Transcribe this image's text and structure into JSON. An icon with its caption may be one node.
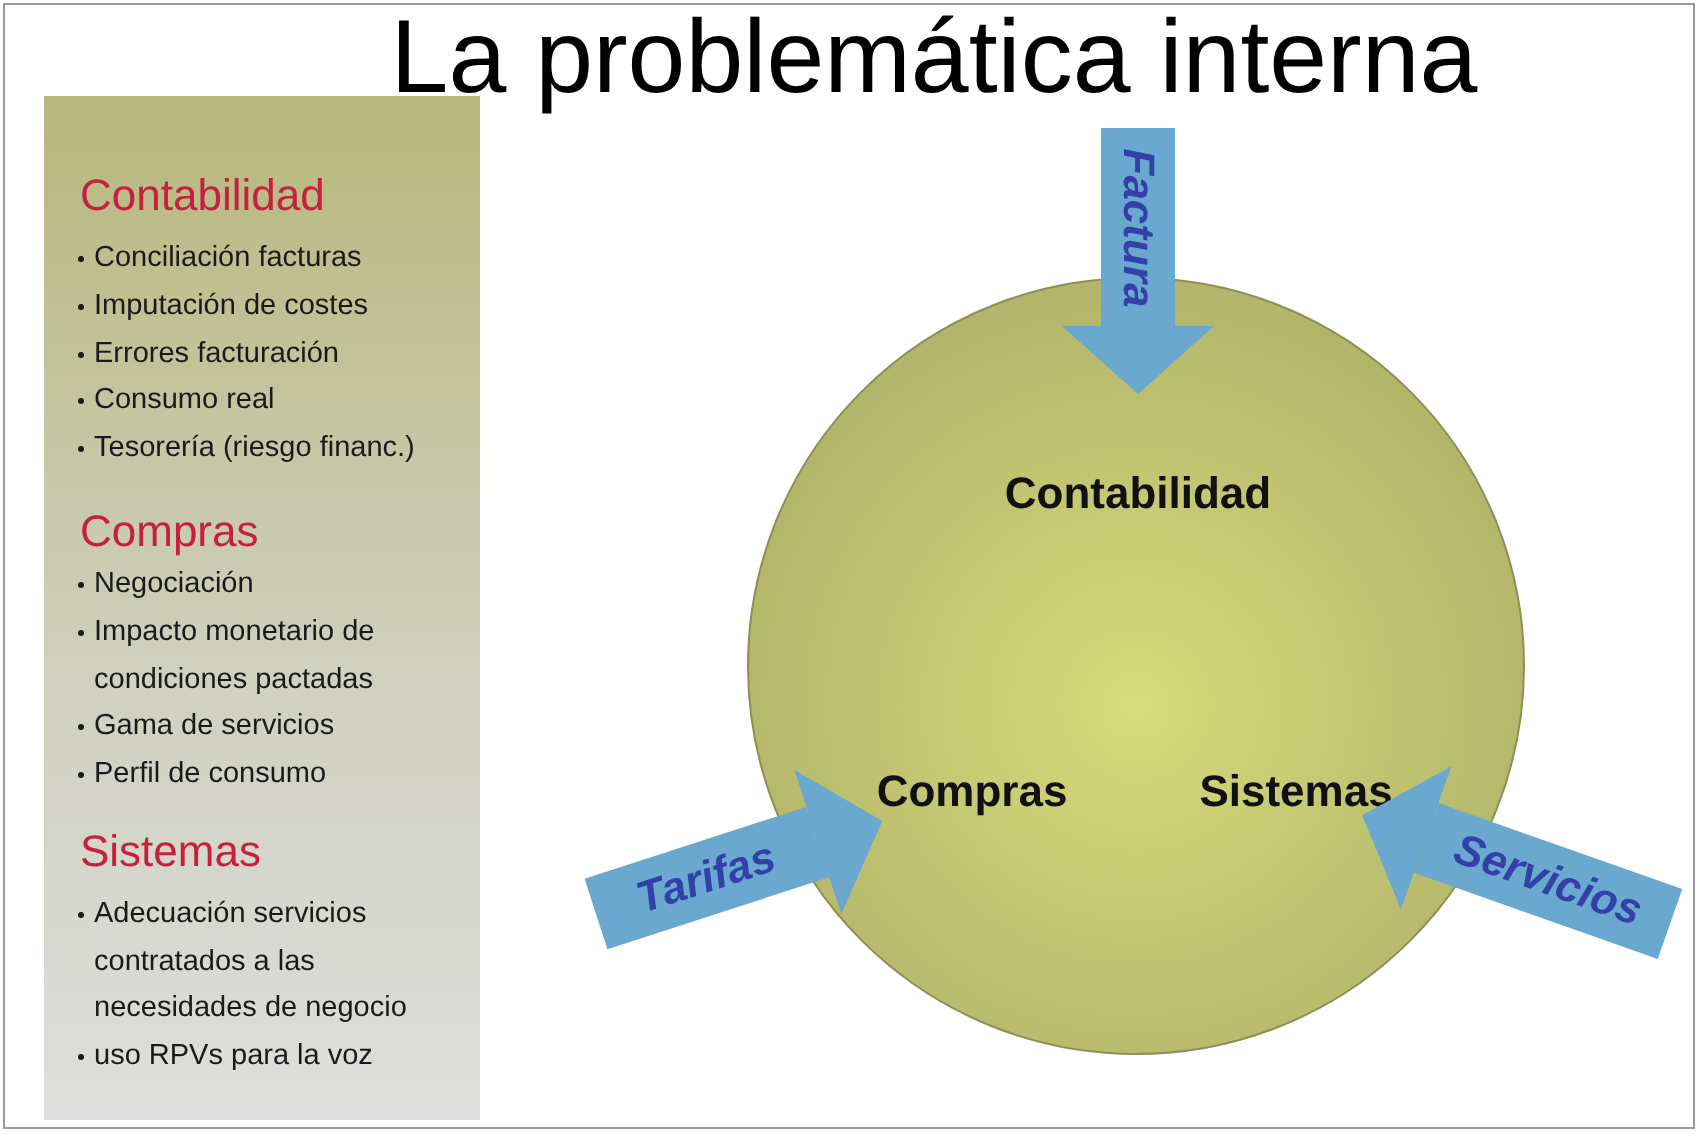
{
  "diagram": {
    "title": "La problemática interna",
    "nodes": [
      {
        "text": [
          "Contabilidad",
          "Conciliación facturas",
          "Imputación de costes",
          "Errores facturación",
          "Consumo real",
          "Tesorería (riesgo financ.)",
          "Compras",
          "Negociación",
          "Impacto monetario de condiciones pactadas",
          "Gama de servicios",
          "Perfil de consumo",
          "Sistemas",
          "Adecuación servicios contratados a las necesidades de negocio",
          "uso RPVs para la voz"
        ]
      },
      {
        "text": [],
        "shape": "circle"
      },
      {
        "text": [
          "Contabilidad"
        ],
        "in": 1
      },
      {
        "text": [
          "Compras"
        ],
        "in": 1
      },
      {
        "text": [
          "Sistemas"
        ],
        "in": 1
      }
    ],
    "edges": [
      {
        "from": null,
        "to": 2,
        "arrow": "to",
        "label": "Factura"
      },
      {
        "from": null,
        "to": 3,
        "arrow": "to",
        "label": "Tarifas"
      },
      {
        "from": null,
        "to": 4,
        "arrow": "to",
        "label": "Servicios"
      }
    ]
  }
}
